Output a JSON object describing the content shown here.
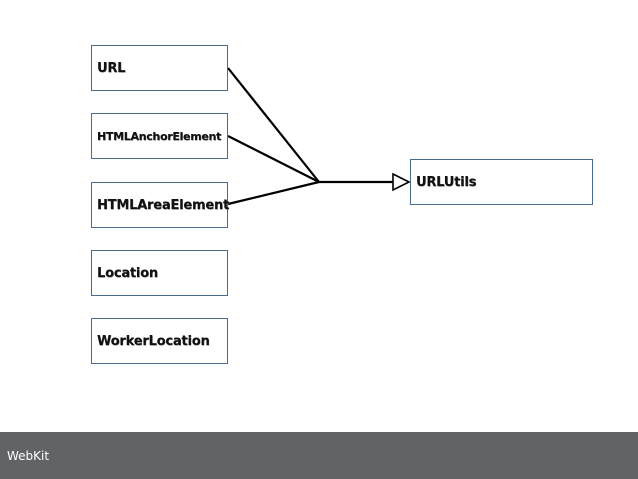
{
  "diagram": {
    "implementers": [
      {
        "label": "URL"
      },
      {
        "label": "HTMLAnchorElement"
      },
      {
        "label": "HTMLAreaElement"
      },
      {
        "label": "Location"
      },
      {
        "label": "WorkerLocation"
      }
    ],
    "interface": {
      "label": "URLUtils"
    },
    "edges": [
      {
        "from": "URL",
        "to": "URLUtils"
      },
      {
        "from": "HTMLAnchorElement",
        "to": "URLUtils"
      },
      {
        "from": "HTMLAreaElement",
        "to": "URLUtils"
      }
    ],
    "colors": {
      "box_border": "#4a6b8a",
      "line": "#000000",
      "footer_bg": "#606466",
      "footer_text": "#ffffff"
    }
  },
  "footer": {
    "label": "WebKit"
  }
}
